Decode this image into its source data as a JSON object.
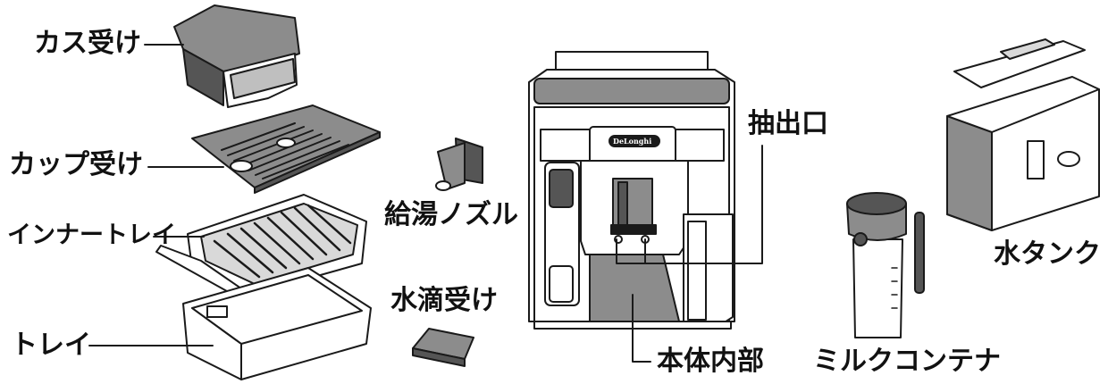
{
  "labels": {
    "grounds_container": "カス受け",
    "cup_tray": "カップ受け",
    "inner_tray": "インナートレイ",
    "tray": "トレイ",
    "hot_water_nozzle": "給湯ノズル",
    "drip_catcher": "水滴受け",
    "spout": "抽出口",
    "interior": "本体内部",
    "milk_container": "ミルクコンテナ",
    "water_tank": "水タンク"
  },
  "brand_logo": "DeLonghi",
  "colors": {
    "stroke": "#1a1a1a",
    "gray": "#8c8c8c",
    "light": "#d9d9d9",
    "white": "#ffffff"
  }
}
